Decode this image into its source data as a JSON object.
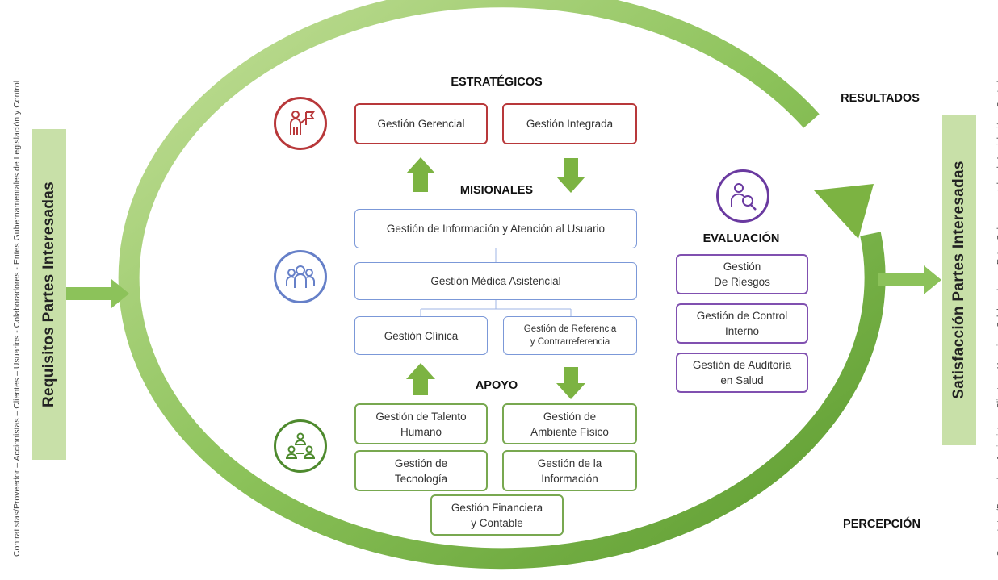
{
  "side_text": "Contratistas/Proveedor – Accionistas – Clientes – Usuarios - Colaboradores - Entes Gubernamentales de Legislación y Control",
  "input_label": "Requisitos Partes Interesadas",
  "output_label": "Satisfacción Partes Interesadas",
  "results_label": "RESULTADOS",
  "perception_label": "PERCEPCIÓN",
  "strategic": {
    "heading": "ESTRATÉGICOS",
    "icon": "leader-flag-icon",
    "boxes": [
      "Gestión Gerencial",
      "Gestión Integrada"
    ]
  },
  "missional": {
    "heading": "MISIONALES",
    "icon": "team-group-icon",
    "info": "Gestión de Información y Atención al Usuario",
    "medical": "Gestión Médica Asistencial",
    "clinical": "Gestión Clínica",
    "referral": "Gestión de Referencia\ny Contrarreferencia"
  },
  "support": {
    "heading": "APOYO",
    "icon": "network-people-icon",
    "talent": "Gestión de Talento\nHumano",
    "environment": "Gestión de\nAmbiente Físico",
    "technology": "Gestión de\nTecnología",
    "information": "Gestión de la\nInformación",
    "finance": "Gestión Financiera\ny Contable"
  },
  "evaluation": {
    "heading": "EVALUACIÓN",
    "icon": "person-search-icon",
    "risks": "Gestión\nDe Riesgos",
    "internal_control": "Gestión de Control\nInterno",
    "audit": "Gestión de Auditoría\nen Salud"
  },
  "colors": {
    "ring": "#7cb342",
    "strategic": "#b8383a",
    "missional": "#7b98d8",
    "support": "#78a850",
    "evaluation": "#8050b0",
    "band": "#c8e0a8"
  }
}
